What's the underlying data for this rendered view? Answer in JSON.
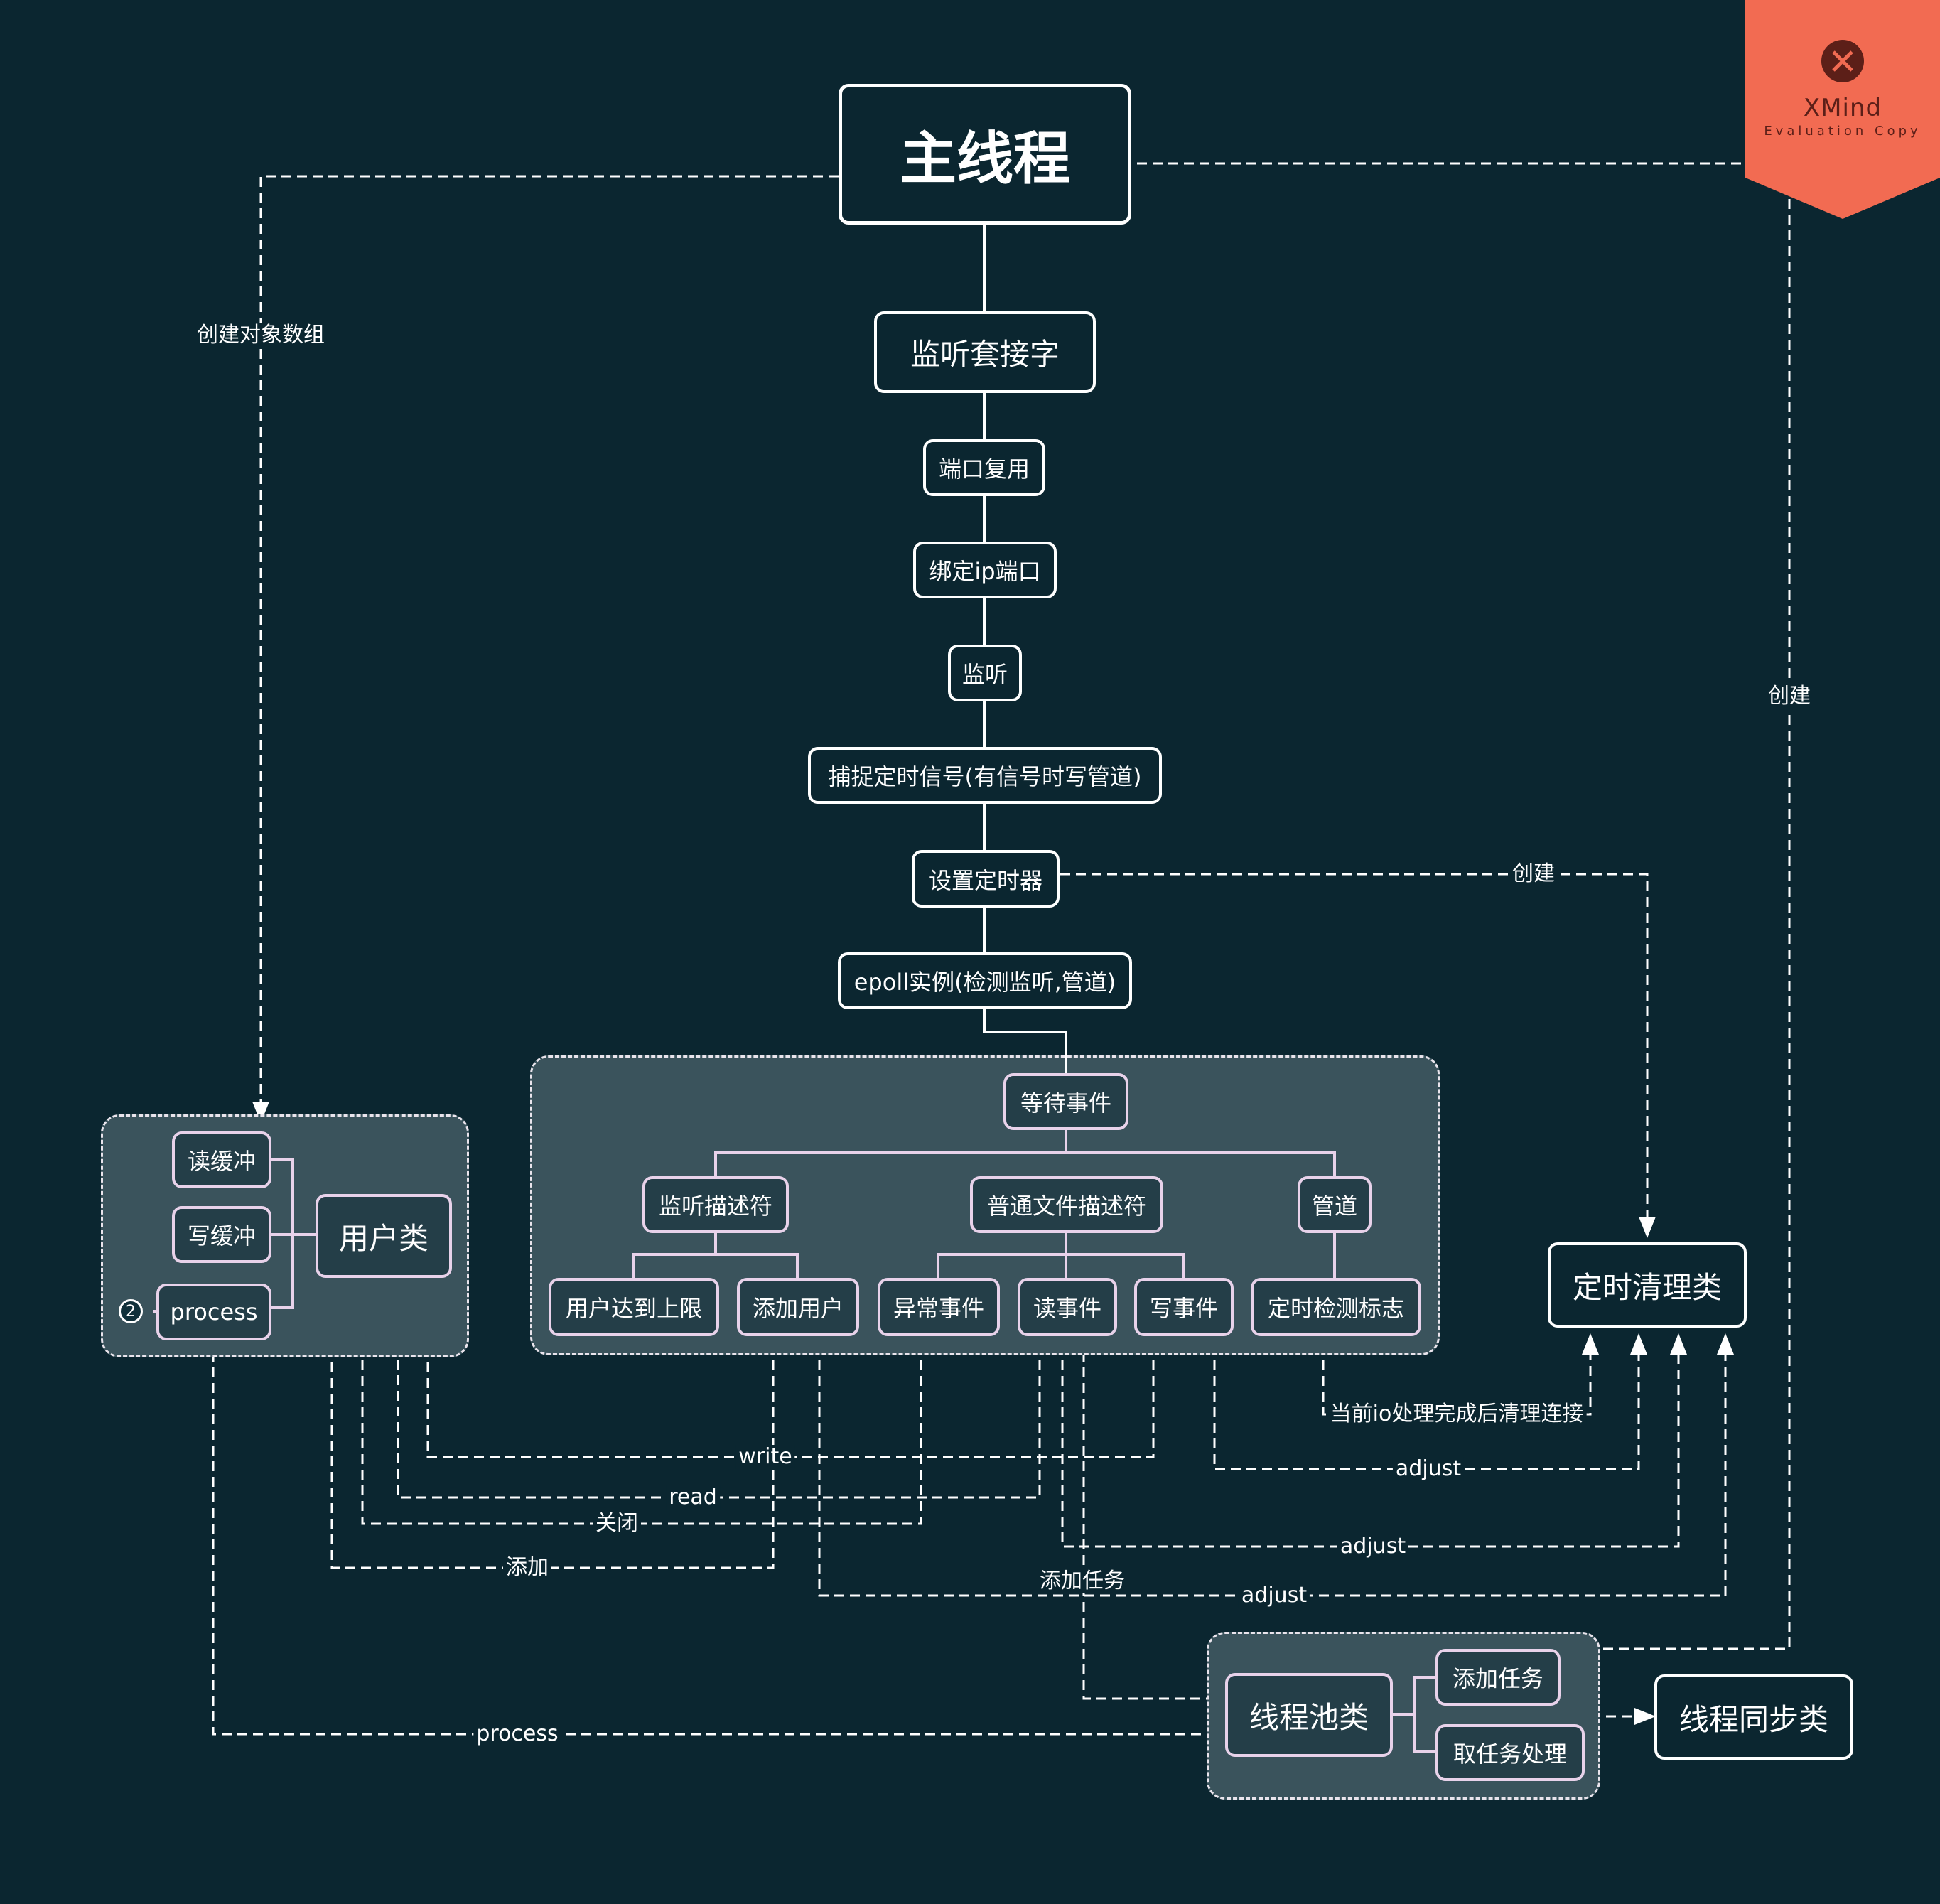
{
  "nodes": {
    "main_thread": "主线程",
    "listen_socket": "监听套接字",
    "port_reuse": "端口复用",
    "bind_ip_port": "绑定ip端口",
    "listen": "监听",
    "catch_timer_signal": "捕捉定时信号(有信号时写管道)",
    "set_timer": "设置定时器",
    "epoll_instance": "epoll实例(检测监听,管道)",
    "wait_events": "等待事件",
    "listen_fd": "监听描述符",
    "normal_fd": "普通文件描述符",
    "pipe": "管道",
    "user_limit": "用户达到上限",
    "add_user": "添加用户",
    "exception_event": "异常事件",
    "read_event": "读事件",
    "write_event": "写事件",
    "timer_check_flag": "定时检测标志",
    "read_buffer": "读缓冲",
    "write_buffer": "写缓冲",
    "process": "process",
    "process_badge": "2",
    "user_class": "用户类",
    "timer_cleanup_class": "定时清理类",
    "threadpool_class": "线程池类",
    "add_task": "添加任务",
    "take_task": "取任务处理",
    "thread_sync_class": "线程同步类"
  },
  "edge_labels": {
    "create_object_array": "创建对象数组",
    "create_right": "创建",
    "create_timer": "创建",
    "cleanup_after_io": "当前io处理完成后清理连接",
    "adjust_1": "adjust",
    "adjust_2": "adjust",
    "adjust_3": "adjust",
    "write": "write",
    "read": "read",
    "close": "关闭",
    "add": "添加",
    "add_task": "添加任务",
    "process": "process"
  },
  "watermark": {
    "brand": "XMind",
    "subtitle": "Evaluation Copy",
    "color": "#f26b52"
  },
  "colors": {
    "background": "#0b2630",
    "group_fill": "#3a535c",
    "line": "#ffffff",
    "sub_border": "#e8d2ea"
  }
}
